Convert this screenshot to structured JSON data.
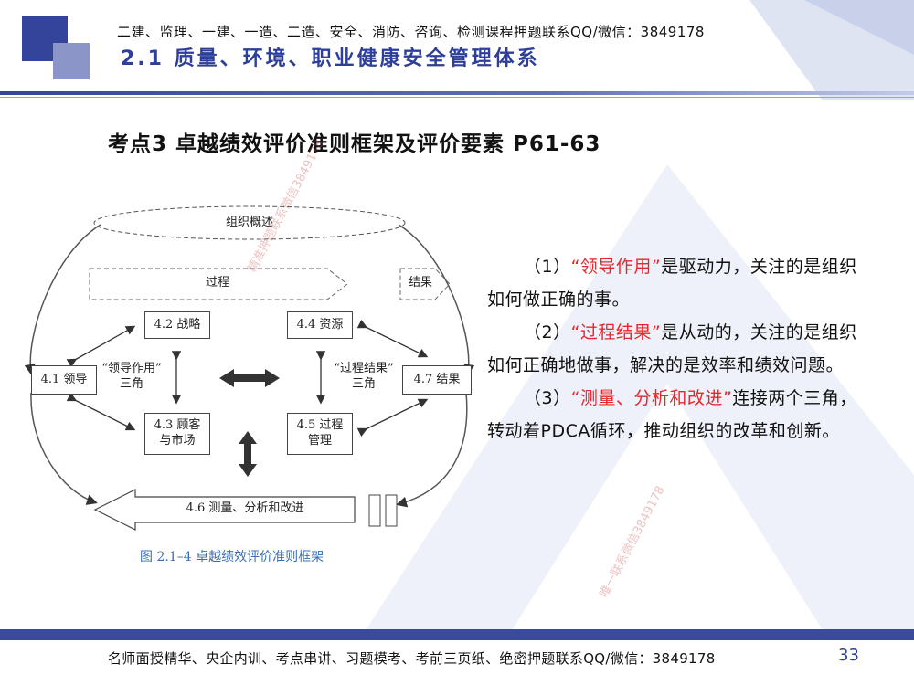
{
  "header": {
    "top_ad": "二建、监理、一建、一造、二造、安全、消防、咨询、检测课程押题联系QQ/微信：3849178",
    "title": "2.1 质量、环境、职业健康安全管理体系"
  },
  "section_title": "考点3 卓越绩效评价准则框架及评价要素 P61-63",
  "diagram": {
    "overview": "组织概述",
    "process": "过程",
    "results_arrow": "结果",
    "box_41": "4.1  领导",
    "box_42": "4.2  战略",
    "box_43": "4.3  顾客\n与市场",
    "box_44": "4.4  资源",
    "box_45": "4.5  过程\n管理",
    "box_46": "4.6  测量、分析和改进",
    "box_47": "4.7  结果",
    "triangle_left": "“领导作用”\n三角",
    "triangle_right": "“过程结果”\n三角",
    "caption": "图 2.1–4   卓越绩效评价准则框架"
  },
  "points": {
    "p1_num": "（1）",
    "p1_key": "“领导作用”",
    "p1_rest": "是驱动力，关注的是组织如何做正确的事。",
    "p2_num": "（2）",
    "p2_key": "“过程结果”",
    "p2_rest": "是从动的，关注的是组织如何正确地做事，解决的是效率和绩效问题。",
    "p3_num": "（3）",
    "p3_key": "“测量、分析和改进”",
    "p3_rest": "连接两个三角，转动着PDCA循环，推动组织的改革和创新。"
  },
  "watermarks": {
    "w1": "精准押题联系微信3849178",
    "w2": "唯一联系微信3849178"
  },
  "footer": {
    "text": "名师面授精华、央企内训、考点串讲、习题模考、考前三页纸、绝密押题联系QQ/微信：3849178",
    "page_number": "33"
  },
  "colors": {
    "brand_blue": "#2d3f9b",
    "highlight_red": "#e8262a",
    "caption_blue": "#3a6fb0"
  }
}
